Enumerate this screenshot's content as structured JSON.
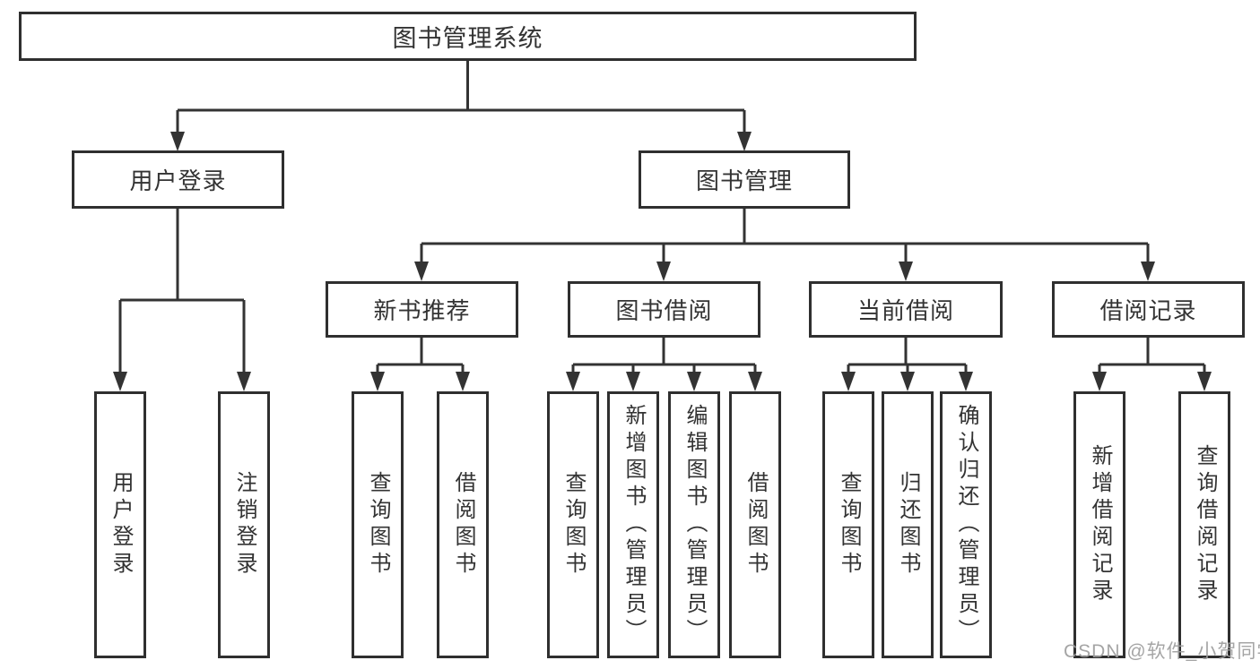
{
  "tree": {
    "label": "图书管理系统",
    "children": [
      {
        "label": "用户登录",
        "children": [
          {
            "label": "用户登录"
          },
          {
            "label": "注销登录"
          }
        ]
      },
      {
        "label": "图书管理",
        "children": [
          {
            "label": "新书推荐",
            "children": [
              {
                "label": "查询图书"
              },
              {
                "label": "借阅图书"
              }
            ]
          },
          {
            "label": "图书借阅",
            "children": [
              {
                "label": "查询图书"
              },
              {
                "label": "新增图书（管理员）"
              },
              {
                "label": "编辑图书（管理员）"
              },
              {
                "label": "借阅图书"
              }
            ]
          },
          {
            "label": "当前借阅",
            "children": [
              {
                "label": "查询图书"
              },
              {
                "label": "归还图书"
              },
              {
                "label": "确认归还（管理员）"
              }
            ]
          },
          {
            "label": "借阅记录",
            "children": [
              {
                "label": "新增借阅记录"
              },
              {
                "label": "查询借阅记录"
              }
            ]
          }
        ]
      }
    ]
  },
  "watermark": {
    "text": "CSDN @软件_小贺同学"
  },
  "colors": {
    "line": "#333333",
    "box_border": "#2f2f2f",
    "text": "#333333",
    "background": "#ffffff",
    "watermark": "#9e9e9e"
  }
}
